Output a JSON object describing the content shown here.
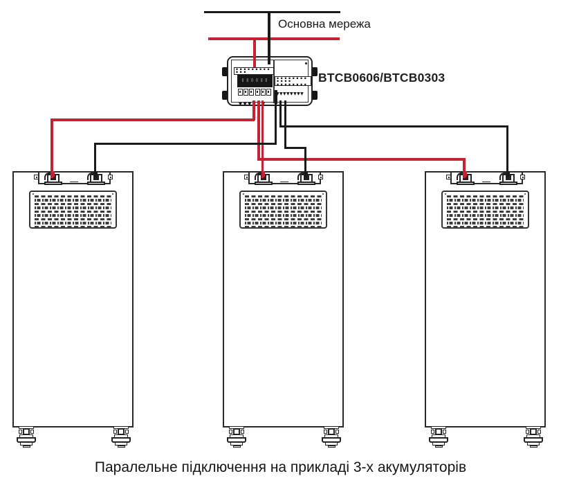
{
  "main_bus": {
    "label": "Основна мережа"
  },
  "distribution_box": {
    "label": "BTCB0606/BTCB0303"
  },
  "caption": {
    "text": "Паралельне підключення на прикладі 3-х акумуляторів"
  },
  "batteries": {
    "count": 3
  },
  "colors": {
    "positive_wire": "#c32433",
    "negative_wire": "#1a1a1a",
    "outline": "#2a2a2a"
  }
}
